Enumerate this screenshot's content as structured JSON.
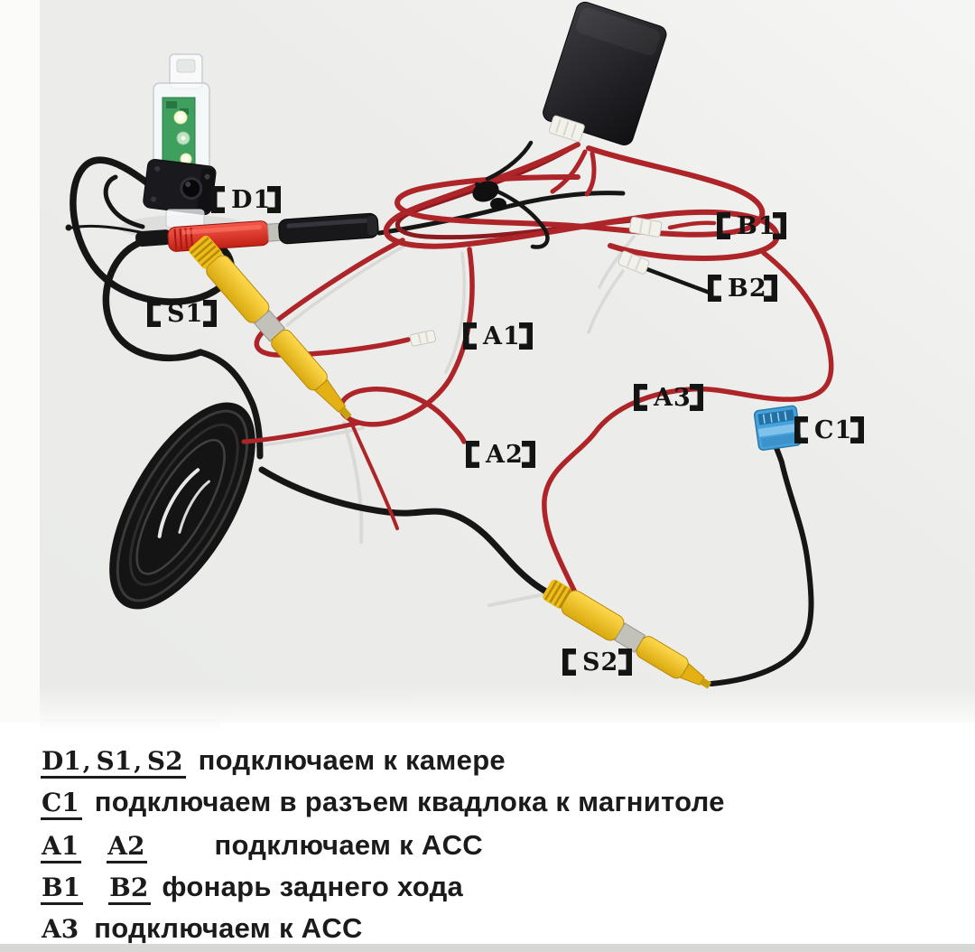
{
  "photo": {
    "labels": {
      "d1": "D1",
      "s1": "S1",
      "s2": "S2",
      "a1": "A1",
      "a2": "A2",
      "a3": "A3",
      "b1": "B1",
      "b2": "B2",
      "c1": "C1"
    }
  },
  "legend": {
    "separator": ",",
    "items": [
      {
        "codes": [
          "D1",
          "S1",
          "S2"
        ],
        "text": "подключаем к камере"
      },
      {
        "codes": [
          "C1"
        ],
        "text": "подключаем в разъем квадлока к магнитоле"
      },
      {
        "codes": [
          "A1",
          "A2"
        ],
        "text": "подключаем к ACC"
      },
      {
        "codes": [
          "B1",
          "B2"
        ],
        "text": "фонарь заднего хода"
      },
      {
        "codes": [
          "A3"
        ],
        "text": "подключаем к ACC"
      }
    ]
  },
  "colors": {
    "photo_bg": "#eaebe8",
    "left_strip": "#fbfbfa",
    "wire_black": "#161616",
    "wire_red": "#ad2429",
    "connector_red": "#e8402f",
    "connector_yellow": "#f3c81e",
    "connector_silver": "#c2c1ba",
    "connector_blue": "#45a2dc",
    "connector_white": "#f2f1ea",
    "pcb_green": "#3f9f5e",
    "box_black": "#1c1c1f",
    "label_black": "#141414",
    "legend_text": "#1b1b1b",
    "divider_gray": "#d7d7d5"
  }
}
